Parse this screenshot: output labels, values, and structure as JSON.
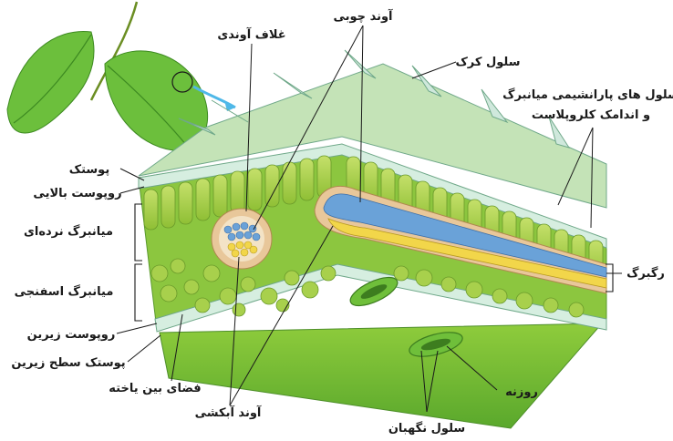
{
  "labels": {
    "wood_vessel": "آوند چوبی",
    "bundle_sheath": "غلاف آوندی",
    "cork_cell": "سلول کرک",
    "palisade_cells_line1": "سلول های پارانشیمی میانبرگ",
    "palisade_cells_line2": "و اندامک کلروپلاست",
    "cuticle": "پوستک",
    "upper_epidermis": "روپوست بالایی",
    "palisade_mesophyll": "میانبرگ نرده‌ای",
    "vein": "رگبرگ",
    "spongy_mesophyll": "میانبرگ اسفنجی",
    "lower_epidermis": "روپوست زیرین",
    "lower_cuticle": "پوستک سطح زیرین",
    "intercellular_space": "فضای بین یاخته",
    "phloem": "آوند آبکشی",
    "stoma": "روزنه",
    "guard_cell": "سلول نگهبان"
  },
  "colors": {
    "leaf_green": "#5fb13a",
    "tissue_green": "#8cc63f",
    "palisade_cell": "#a9d14a",
    "epidermis": "#cde9d6",
    "xylem_blue": "#6aa2d8",
    "phloem_yellow": "#f2d64a",
    "sheath_tan": "#e8c79a",
    "arrow_blue": "#4fb8e8"
  }
}
